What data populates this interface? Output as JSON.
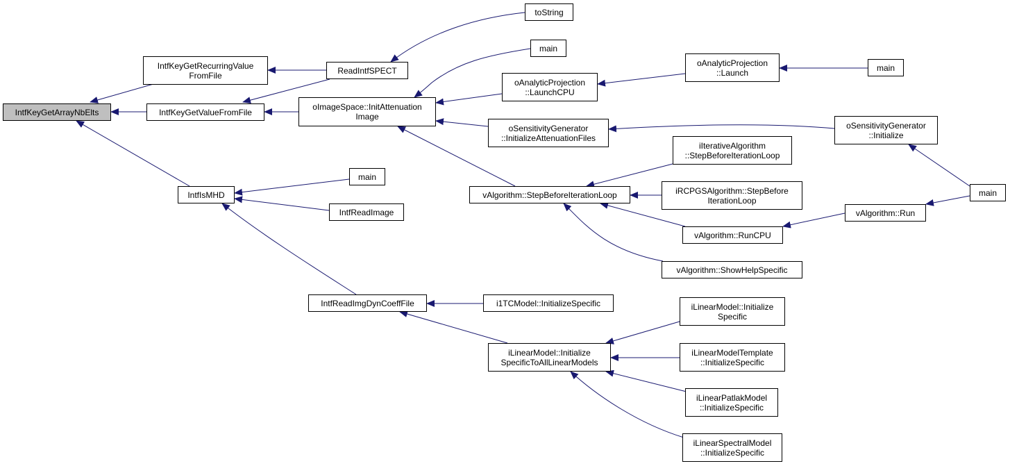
{
  "nodes": {
    "root": [
      "IntfKeyGetArrayNbElts"
    ],
    "recurring": [
      "IntfKeyGetRecurringValue",
      "FromFile"
    ],
    "getvalue": [
      "IntfKeyGetValueFromFile"
    ],
    "ismhd": [
      "IntfIsMHD"
    ],
    "readspect": [
      "ReadIntfSPECT"
    ],
    "tostring": [
      "toString"
    ],
    "initatt": [
      "oImageSpace::InitAttenuation",
      "Image"
    ],
    "main_a": [
      "main"
    ],
    "launchcpu": [
      "oAnalyticProjection",
      "::LaunchCPU"
    ],
    "launch": [
      "oAnalyticProjection",
      "::Launch"
    ],
    "main_b": [
      "main"
    ],
    "sensfiles": [
      "oSensitivityGenerator",
      "::InitializeAttenuationFiles"
    ],
    "sensinit": [
      "oSensitivityGenerator",
      "::Initialize"
    ],
    "main_c": [
      "main"
    ],
    "main_d": [
      "main"
    ],
    "readimage": [
      "IntfReadImage"
    ],
    "stepbefore": [
      "vAlgorithm::StepBeforeIterationLoop"
    ],
    "iterstep": [
      "iIterativeAlgorithm",
      "::StepBeforeIterationLoop"
    ],
    "rcpgsstep": [
      "iRCPGSAlgorithm::StepBefore",
      "IterationLoop"
    ],
    "runcpu": [
      "vAlgorithm::RunCPU"
    ],
    "run": [
      "vAlgorithm::Run"
    ],
    "showhelp": [
      "vAlgorithm::ShowHelpSpecific"
    ],
    "dyncoeff": [
      "IntfReadImgDynCoeffFile"
    ],
    "i1tc": [
      "i1TCModel::InitializeSpecific"
    ],
    "linall": [
      "iLinearModel::Initialize",
      "SpecificToAllLinearModels"
    ],
    "linspec": [
      "iLinearModel::Initialize",
      "Specific"
    ],
    "lintemplate": [
      "iLinearModelTemplate",
      "::InitializeSpecific"
    ],
    "patlak": [
      "iLinearPatlakModel",
      "::InitializeSpecific"
    ],
    "spectral": [
      "iLinearSpectralModel",
      "::InitializeSpecific"
    ]
  },
  "colors": {
    "edge": "#191970",
    "root_fill": "#bfbfbf",
    "node_fill": "#ffffff",
    "border": "#000000"
  }
}
